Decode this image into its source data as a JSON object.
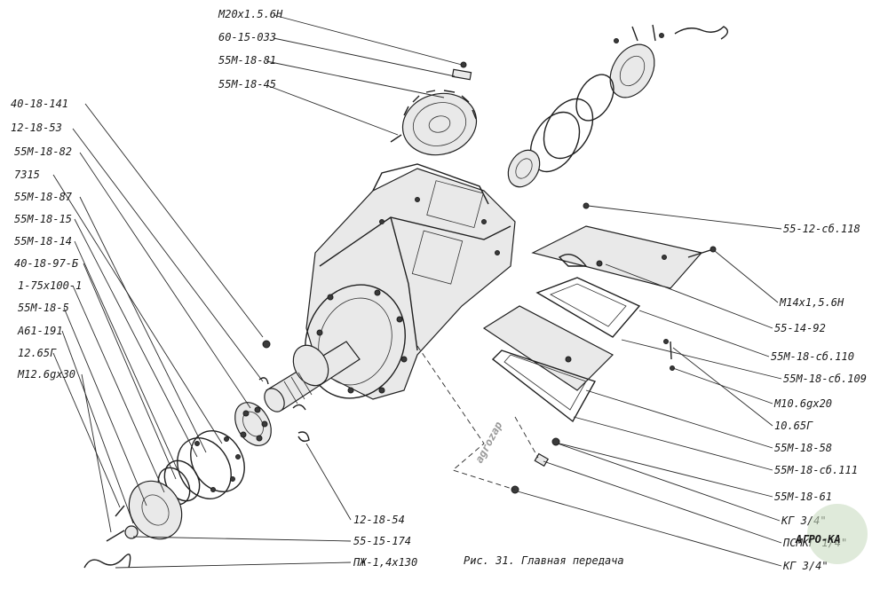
{
  "caption": "Рис. 31. Главная передача",
  "watermark": "agrozap",
  "brand": "АГРО-КА",
  "labels_left": [
    "40-18-141",
    "12-18-53",
    "55М-18-82",
    "7315",
    "55М-18-87",
    "55М-18-15",
    "55М-18-14",
    "40-18-97-Б",
    "1-75х100-1",
    "55М-18-5",
    "А61-191",
    "12.65Г",
    "М12.6gх30"
  ],
  "labels_top": [
    "М20х1.5.6Н",
    "60-15-033",
    "55М-18-81",
    "55М-18-45"
  ],
  "labels_right": [
    "55-12-сб.118",
    "М14х1,5.6Н",
    "55-14-92",
    "55М-18-сб.110",
    "55М-18-сб.109",
    "М10.6gх20",
    "10.65Г",
    "55М-18-58",
    "55М-18-сб.111",
    "55М-18-61",
    "КГ 3/4\"",
    "ПСМКГ 1/4\"",
    "КГ 3/4\""
  ],
  "labels_bottom": [
    "12-18-54",
    "55-15-174",
    "ПЖ-1,4х130"
  ]
}
